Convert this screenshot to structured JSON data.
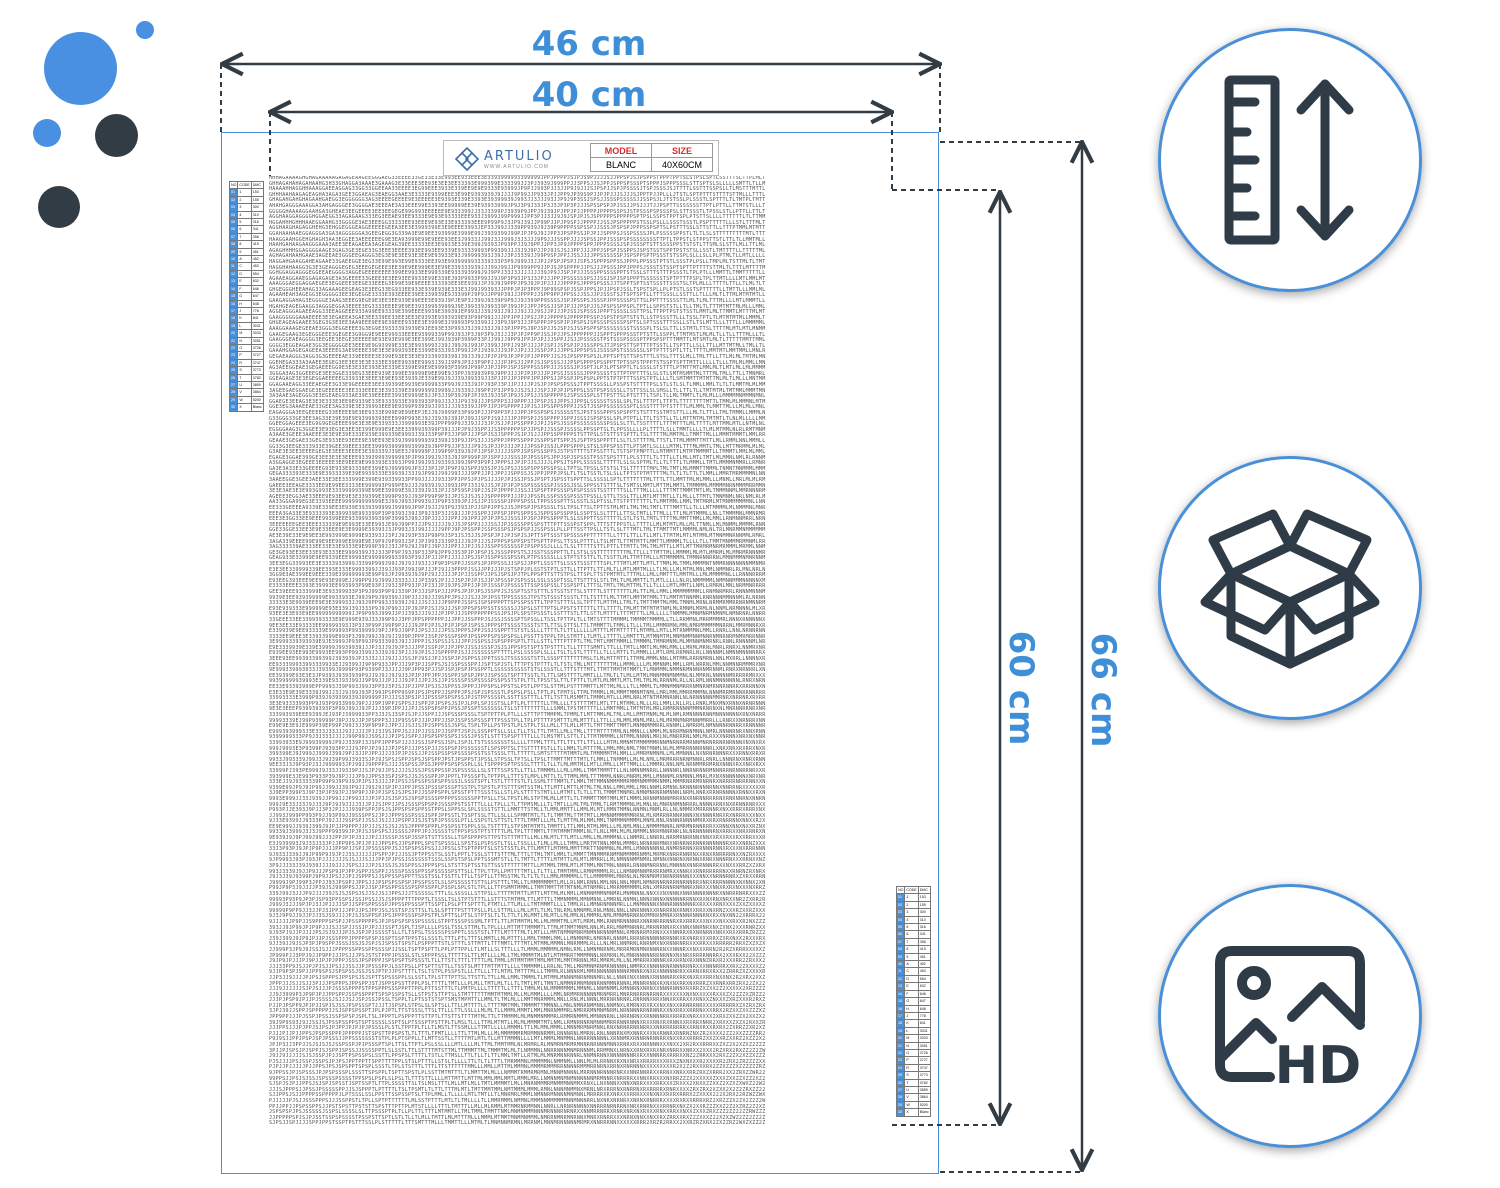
{
  "brand": {
    "name": "ARTULIO",
    "url": "WWW.ARTULIO.COM",
    "table": {
      "model_header": "MODEL",
      "size_header": "SIZE",
      "model_value": "BLANC",
      "size_value": "40X60CM"
    }
  },
  "dimensions": {
    "outer_width": "46 cm",
    "inner_width": "40 cm",
    "inner_height": "60 cm",
    "outer_height": "66 cm"
  },
  "legend": {
    "headers": [
      "NO",
      "CODE",
      "DMC"
    ],
    "rows": [
      [
        "01",
        "1",
        "153"
      ],
      [
        "02",
        "2",
        "155"
      ],
      [
        "03",
        "3",
        "300"
      ],
      [
        "04",
        "4",
        "310"
      ],
      [
        "05",
        "5",
        "316"
      ],
      [
        "06",
        "6",
        "341"
      ],
      [
        "07",
        "7",
        "356"
      ],
      [
        "08",
        "8",
        "415"
      ],
      [
        "09",
        "9",
        "451"
      ],
      [
        "10",
        "A",
        "452"
      ],
      [
        "11",
        "C",
        "453"
      ],
      [
        "12",
        "D",
        "554"
      ],
      [
        "13",
        "E",
        "632"
      ],
      [
        "14",
        "F",
        "646"
      ],
      [
        "15",
        "G",
        "647"
      ],
      [
        "16",
        "H",
        "648"
      ],
      [
        "17",
        "J",
        "778"
      ],
      [
        "18",
        "K",
        "841"
      ],
      [
        "19",
        "L",
        "3031"
      ],
      [
        "20",
        "M",
        "3033"
      ],
      [
        "21",
        "N",
        "3051"
      ],
      [
        "22",
        "O",
        "3726"
      ],
      [
        "23",
        "P",
        "3727"
      ],
      [
        "24",
        "R",
        "3747"
      ],
      [
        "25",
        "S",
        "3773"
      ],
      [
        "26",
        "T",
        "3782"
      ],
      [
        "27",
        "U",
        "3859"
      ],
      [
        "28",
        "V",
        "3864"
      ],
      [
        "29",
        "W",
        "5200"
      ],
      [
        "30",
        "X",
        "Blanc"
      ]
    ]
  },
  "icons": {
    "top": "ruler-height-icon",
    "middle": "open-box-icon",
    "bottom": "hd-image-icon"
  },
  "colors": {
    "accent": "#4a90d9",
    "dimension_text": "#3f8fd8",
    "dark": "#2f3b46"
  }
}
